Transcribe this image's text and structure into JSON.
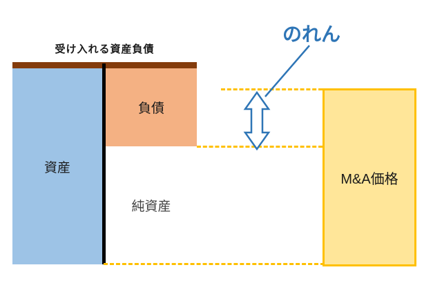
{
  "diagram": {
    "title": "受け入れる資産負債",
    "blocks": {
      "assets": "資産",
      "liabilities": "負債",
      "net_assets": "純資産",
      "ma_price": "M&A価格"
    },
    "annotations": {
      "goodwill": "のれん"
    },
    "colors": {
      "assets_fill": "#9DC3E6",
      "liabilities_fill": "#F4B183",
      "ma_price_fill": "#FFE699",
      "ma_price_border": "#FFC000",
      "dashed_guide": "#FFC000",
      "goodwill_accent": "#2E75B6",
      "header_bar": "#843C0C",
      "divider": "#000000"
    }
  }
}
